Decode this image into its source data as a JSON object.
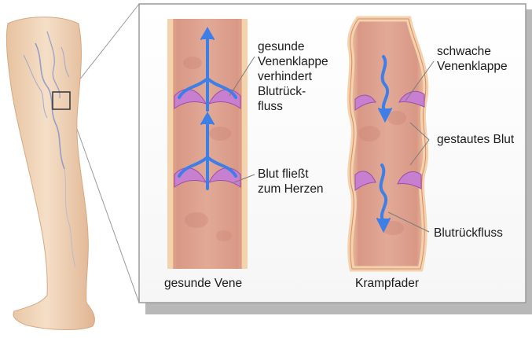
{
  "labels": {
    "healthy_valve": "gesunde\nVenenklappe\nverhindert\nBlutrück-\nfluss",
    "blood_to_heart": "Blut fließt\nzum Herzen",
    "weak_valve": "schwache\nVenenklappe",
    "pooled_blood": "gestautes Blut",
    "backflow": "Blutrückfluss"
  },
  "captions": {
    "healthy_vein": "gesunde Vene",
    "varicose_vein": "Krampfader"
  },
  "colors": {
    "vein_wall": "#e7b38b",
    "vein_fill": "#d79a8c",
    "valve": "#c77fcf",
    "arrow": "#3d7fe6",
    "panel_border": "#9a9a9a",
    "leg_skin": "#f1d7bd"
  }
}
